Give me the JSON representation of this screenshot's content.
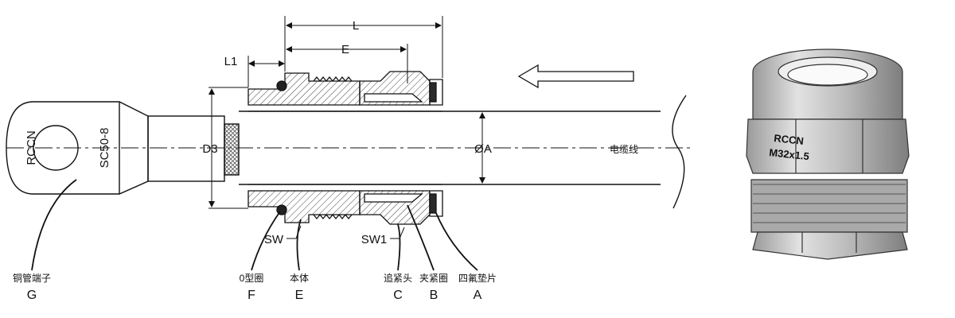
{
  "dimensions": {
    "L": "L",
    "L1": "L1",
    "E": "E",
    "D3": "D3",
    "OA": "ØA"
  },
  "wrench_sizes": {
    "SW": "SW",
    "SW1": "SW1"
  },
  "lug_marking": {
    "brand": "RCCN",
    "model": "SC50-8"
  },
  "cable_label": "电缆线",
  "parts": [
    {
      "letter": "G",
      "name": "铜管端子"
    },
    {
      "letter": "F",
      "name": "0型圈"
    },
    {
      "letter": "E",
      "name": "本体"
    },
    {
      "letter": "C",
      "name": "追紧头"
    },
    {
      "letter": "B",
      "name": "夹紧圈"
    },
    {
      "letter": "A",
      "name": "四氟垫片"
    }
  ],
  "product_photo": {
    "brand": "RCCN",
    "thread": "M32x1.5"
  },
  "colors": {
    "line": "#111111",
    "hatch": "#444444",
    "pad": "#2a2a2a",
    "photo_body": "#c9c9c9",
    "photo_dark": "#8a8a8a"
  }
}
